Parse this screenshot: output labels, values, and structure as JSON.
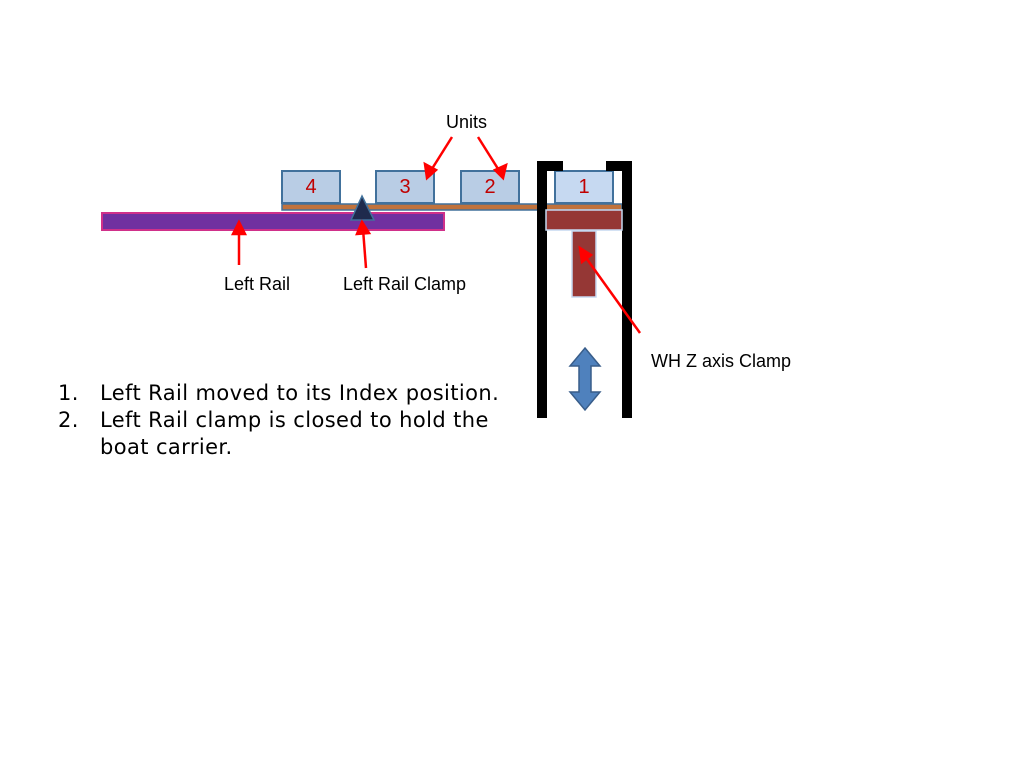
{
  "labels": {
    "units": "Units",
    "left_rail": "Left Rail",
    "left_rail_clamp": "Left Rail Clamp",
    "wh_z_axis_clamp": "WH Z axis Clamp"
  },
  "units": [
    "4",
    "3",
    "2",
    "1"
  ],
  "steps": [
    {
      "num": "1.",
      "text": "Left Rail moved to its Index position."
    },
    {
      "num": "2.",
      "text": "Left Rail clamp is closed to hold the boat carrier."
    }
  ],
  "colors": {
    "left_rail": "#7030a0",
    "left_rail_border": "#d0308a",
    "unit_fill": "#b9cde5",
    "unit_border": "#41719c",
    "unit_text": "#c00000",
    "carrier_bar": "#c0723c",
    "clamp_fill": "#953735",
    "frame": "#000000",
    "arrow": "#ff0000",
    "motion_arrow": "#4f81bd",
    "clamp_triangle": "#1f2a4d"
  }
}
